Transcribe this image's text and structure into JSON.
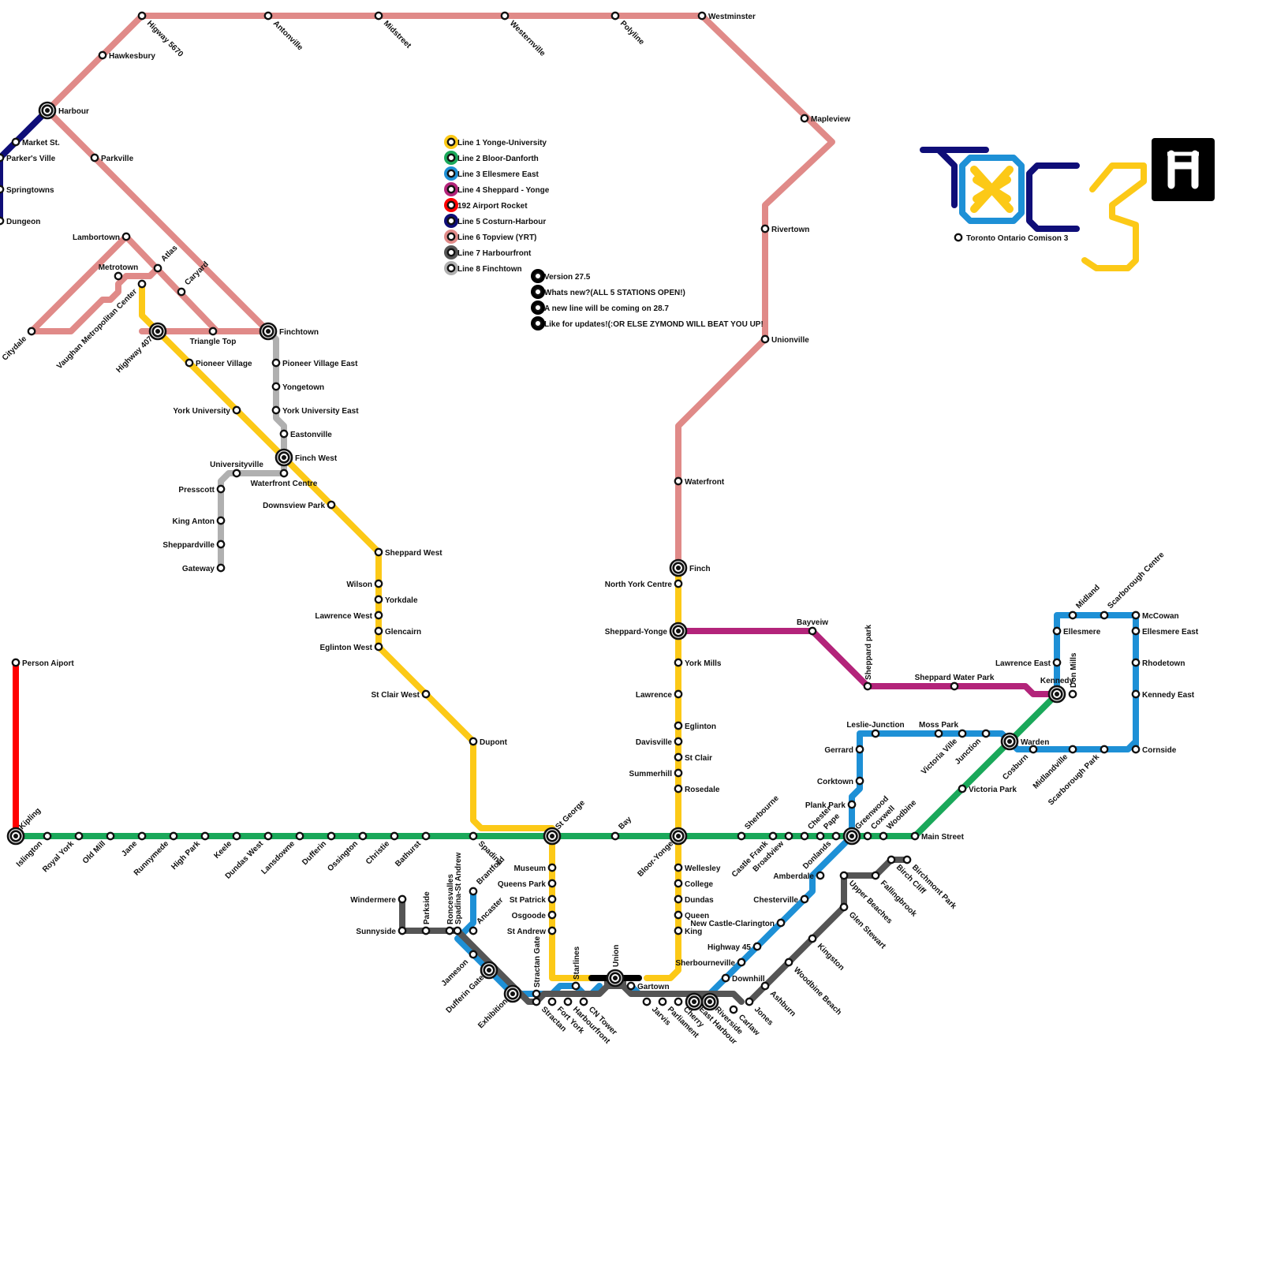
{
  "logo": {
    "text": "TTC 3",
    "caption": "Toronto Ontario Comison 3",
    "colors": {
      "t": "#0f0e78",
      "box": "#1e90d6",
      "x": "#fcc917",
      "c": "#0f0e78",
      "three": "#fcc917"
    },
    "icon": "hospital-building-icon"
  },
  "legend": [
    {
      "label": "Line 1 Yonge-University",
      "color": "#fcc917"
    },
    {
      "label": "Line 2 Bloor-Danforth",
      "color": "#1aa85a"
    },
    {
      "label": "Line 3 Ellesmere East",
      "color": "#1e90d6"
    },
    {
      "label": "Line 4 Sheppard - Yonge",
      "color": "#b3247a"
    },
    {
      "label": "192 Airport Rocket",
      "color": "#ff0000"
    },
    {
      "label": "Line 5 Costurn-Harbour",
      "color": "#0f0e78"
    },
    {
      "label": "Line 6 Topview (YRT)",
      "color": "#e08a88"
    },
    {
      "label": "Line 7 Harbourfront",
      "color": "#555555"
    },
    {
      "label": "Line 8 Finchtown",
      "color": "#b0b0b0"
    }
  ],
  "notes": [
    "Version 27.5",
    "Whats new?(ALL 5 STATIONS OPEN!)",
    "A new line will be coming on 28.7",
    "Like for updates!(:OR ELSE ZYMOND WILL BEAT YOU UP!"
  ],
  "stations": [
    "Kipling",
    "Islington",
    "Royal York",
    "Old Mill",
    "Jane",
    "Runnymede",
    "High Park",
    "Keele",
    "Dundas West",
    "Lansdowne",
    "Dufferin",
    "Ossington",
    "Christie",
    "Bathurst",
    "Spadina",
    "St George",
    "Bay",
    "Bloor-Yonge",
    "Sherbourne",
    "Castle Frank",
    "Broadview",
    "Chester",
    "Pape",
    "Donlands",
    "Greenwood",
    "Coxwell",
    "Woodbine",
    "Main Street",
    "Victoria Park",
    "Warden",
    "Kennedy",
    "Finch",
    "North York Centre",
    "Sheppard-Yonge",
    "York Mills",
    "Lawrence",
    "Eglinton",
    "Davisville",
    "St Clair",
    "Summerhill",
    "Rosedale",
    "Wellesley",
    "College",
    "Dundas",
    "Queen",
    "King",
    "Union",
    "Starlines",
    "St Andrew",
    "Osgoode",
    "St Patrick",
    "Queens Park",
    "Museum",
    "Dupont",
    "St Clair West",
    "Eglinton West",
    "Glencairn",
    "Lawrence West",
    "Yorkdale",
    "Wilson",
    "Sheppard West",
    "Downsview Park",
    "Finch West",
    "York University",
    "Pioneer Village",
    "Highway 407",
    "Vaughan Metropolitan Center",
    "Bayveiw",
    "Sheppard park",
    "Sheppard Water Park",
    "Don Mills",
    "Person Aiport",
    "Harbour",
    "Market St.",
    "Parker's Ville",
    "Springtowns",
    "Dungeon",
    "Higway 5670",
    "Hawkesbury",
    "Antonville",
    "Midstreet",
    "Westernville",
    "Polyline",
    "Westminster",
    "Mapleview",
    "Rivertown",
    "Unionville",
    "Waterfront",
    "Parkville",
    "Lambortown",
    "Metrotown",
    "Atlas",
    "Caryard",
    "Citydale",
    "Triangle Top",
    "Finchtown",
    "Pioneer Village East",
    "Yongetown",
    "York University East",
    "Eastonville",
    "Universityville",
    "Waterfront Centre",
    "Presscott",
    "King Anton",
    "Sheppardville",
    "Gateway",
    "Midland",
    "Scarborough Centre",
    "McCowan",
    "Ellesmere East",
    "Ellesmere",
    "Rhodetown",
    "Lawrence East",
    "Kennedy East",
    "Cornside",
    "Scarborough Park",
    "Midlandville",
    "Cosburn",
    "Junction",
    "Victoria Ville",
    "Moss Park",
    "Leslie-Junction",
    "Gerrard",
    "Corktown",
    "Plank Park",
    "Amberdale",
    "Chesterville",
    "New Castle-Clarington",
    "Highway 45",
    "Sherbourneville",
    "Downhill",
    "Riverside",
    "East Harbour",
    "Cherry",
    "Parliament",
    "Jarvis",
    "Gartown",
    "CN Tower",
    "Harbourfront",
    "Fort York",
    "Stractan Gate",
    "Exhibition",
    "Dufferin Gate",
    "Jameson",
    "Ancaster",
    "Brantford",
    "Windermere",
    "Sunnyside",
    "Roncesvalles",
    "Spadina-St Andrew",
    "Parkside",
    "Stractan",
    "Carlaw",
    "Jones",
    "Ashburn",
    "Woodbine Beach",
    "Kingston",
    "Glen Stewart",
    "Upper Beaches",
    "Fallingbrook",
    "Birch Cliff",
    "Birchmont Park"
  ]
}
